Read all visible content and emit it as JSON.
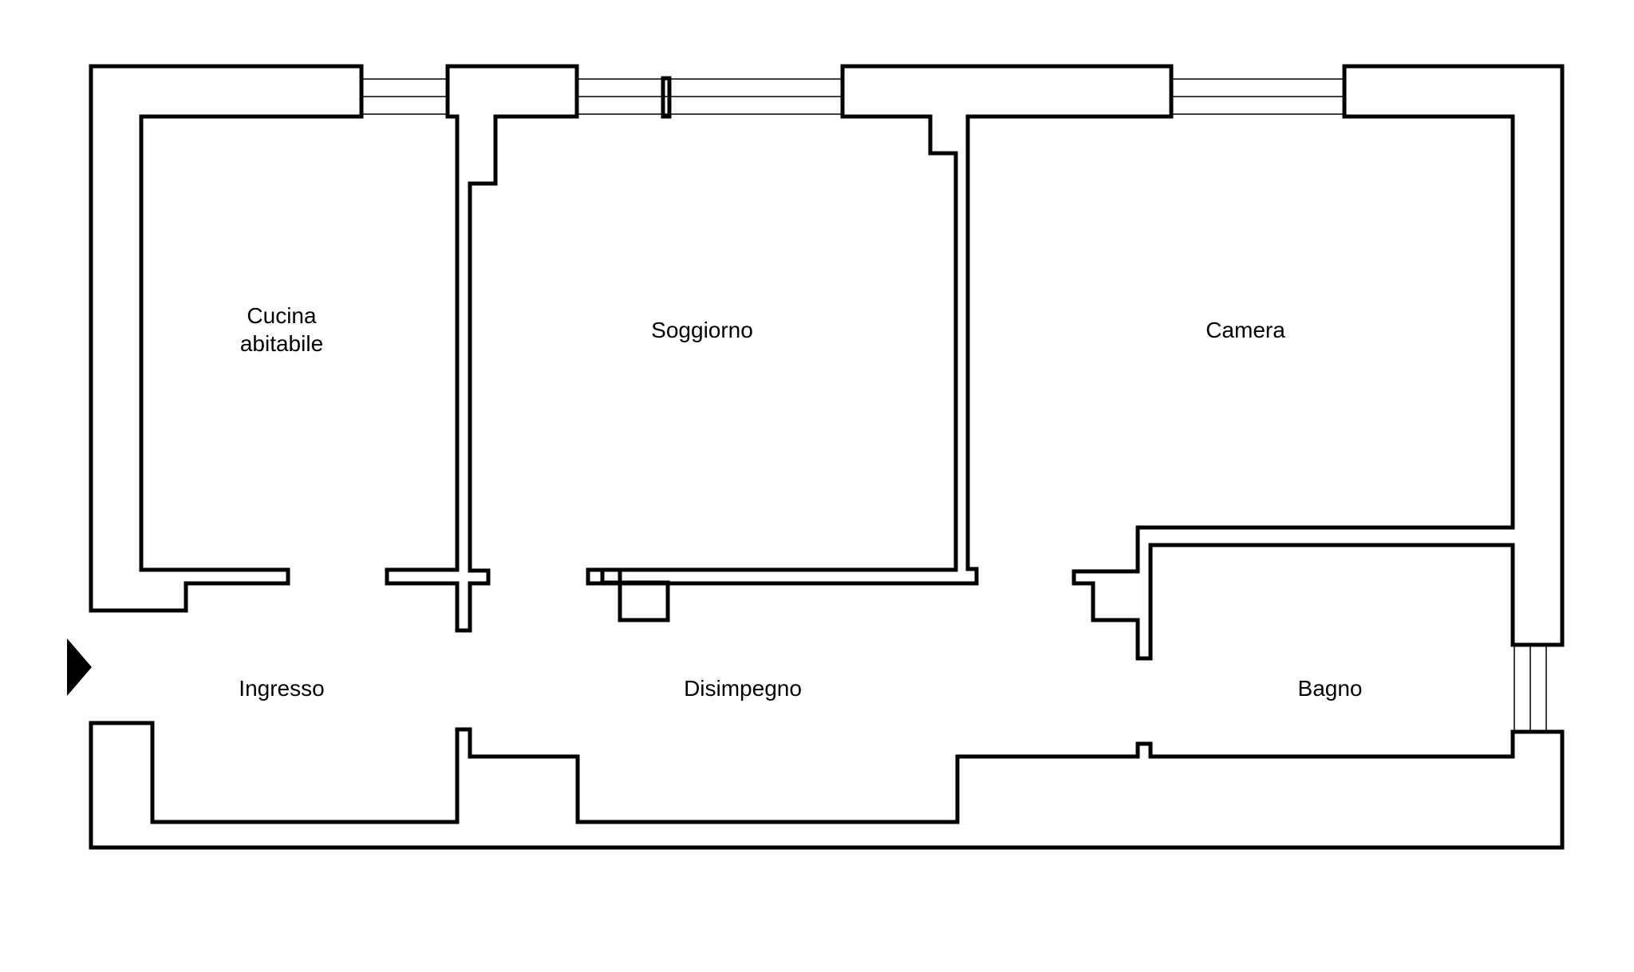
{
  "colors": {
    "wall": "#000000",
    "window": "#000000",
    "background": "#ffffff"
  },
  "icons": {
    "entrance": "entrance-arrow-icon"
  },
  "rooms": {
    "cucina": {
      "line1": "Cucina",
      "line2": "abitabile"
    },
    "soggiorno": {
      "label": "Soggiorno"
    },
    "camera": {
      "label": "Camera"
    },
    "ingresso": {
      "label": "Ingresso"
    },
    "disimpegno": {
      "label": "Disimpegno"
    },
    "bagno": {
      "label": "Bagno"
    }
  }
}
